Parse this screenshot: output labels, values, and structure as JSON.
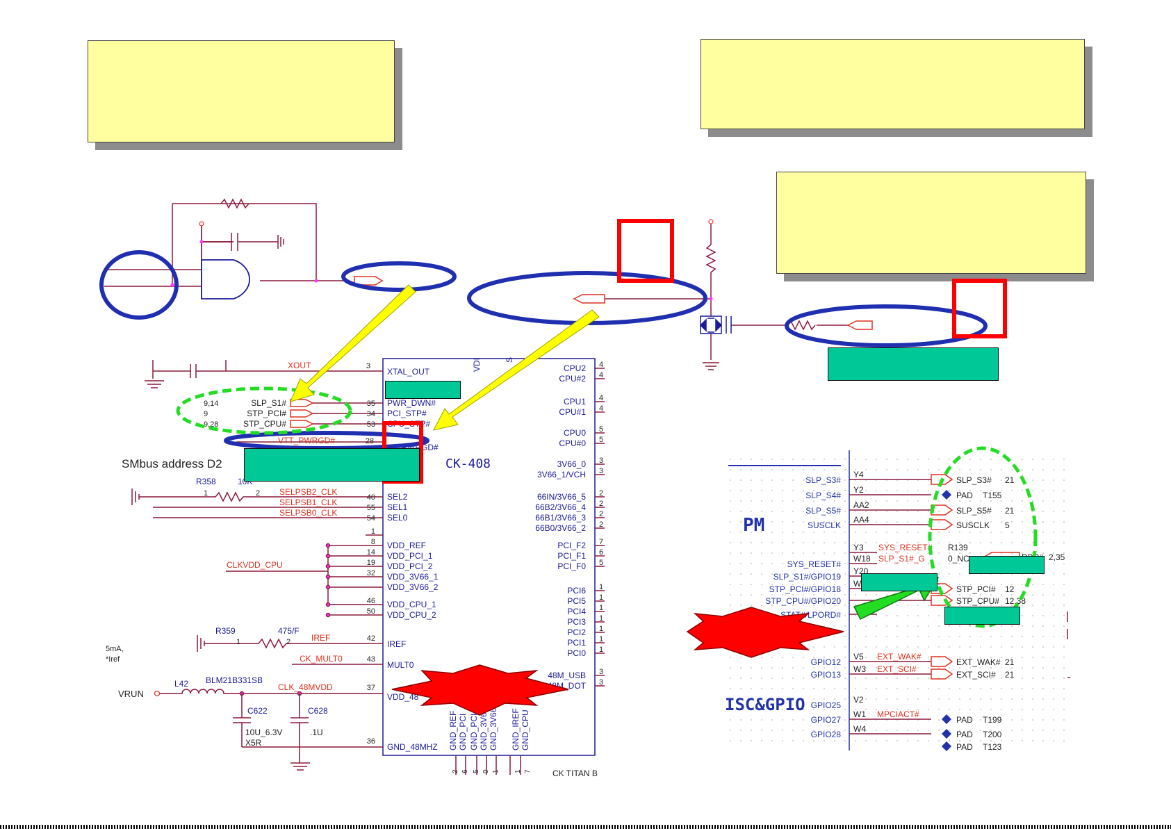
{
  "notes": [
    {
      "id": "note-top-left",
      "text": ""
    },
    {
      "id": "note-top-right",
      "text": ""
    },
    {
      "id": "note-right-middle",
      "text": ""
    }
  ],
  "labels": {
    "top_right_tag": "",
    "xtal_tag": "",
    "vtt_tag": "",
    "pm_tag_1": "",
    "pm_tag_2": "",
    "pm_tag_3": ""
  },
  "ck408": {
    "chip_name": "CK-408",
    "smbus_label": "SMbus address D2",
    "bottom_label": "CK TITAN B",
    "left_signals": [
      {
        "net": "XOUT",
        "pin": "3",
        "name": "XTAL_OUT"
      },
      {
        "net": "",
        "pin": "",
        "name": "PWR_DWN#"
      },
      {
        "net": "",
        "pin": "",
        "name": "PCI_STP#"
      },
      {
        "net": "",
        "pin": "",
        "name": "CPU_STP#"
      },
      {
        "net": "VTT_PWRGD#",
        "pin": "28",
        "name": "PWRGD#"
      }
    ],
    "ctrl_nets": [
      {
        "ref": "9,14",
        "name": "SLP_S1#",
        "pin": "35"
      },
      {
        "ref": "9",
        "name": "STP_PCI#",
        "pin": "34"
      },
      {
        "ref": "9,28",
        "name": "STP_CPU#",
        "pin": "53"
      }
    ],
    "sel_nets": [
      {
        "net": "SELPSB2_CLK",
        "pin": "40",
        "name": "SEL2"
      },
      {
        "net": "SELPSB1_CLK",
        "pin": "55",
        "name": "SEL1"
      },
      {
        "net": "SELPSB0_CLK",
        "pin": "54",
        "name": "SEL0"
      }
    ],
    "r358": {
      "ref": "R358",
      "value": "10K",
      "pin1": "1",
      "pin2": "2"
    },
    "vdd_pins": [
      {
        "pin": "1",
        "name": ""
      },
      {
        "pin": "8",
        "name": "VDD_REF"
      },
      {
        "pin": "14",
        "name": "VDD_PCI_1"
      },
      {
        "pin": "19",
        "name": "VDD_PCI_2"
      },
      {
        "pin": "32",
        "name": "VDD_3V66_1"
      },
      {
        "pin": "",
        "name": "VDD_3V66_2"
      },
      {
        "pin": "46",
        "name": "VDD_CPU_1"
      },
      {
        "pin": "50",
        "name": "VDD_CPU_2"
      }
    ],
    "clkvdd": "CLKVDD_CPU",
    "r359": {
      "ref": "R359",
      "value": "475/F",
      "pin1": "1",
      "pin2": "2"
    },
    "iref": {
      "net": "IREF",
      "pin": "42",
      "name": "IREF"
    },
    "iref_note": [
      "5mA,",
      "*Iref"
    ],
    "mult0": {
      "net": "CK_MULT0",
      "pin": "43",
      "name": "MULT0"
    },
    "l42": {
      "ref": "L42",
      "value": "BLM21B331SB"
    },
    "vrun": "VRUN",
    "clk48": {
      "net": "CLK_48MVDD",
      "pin": "37",
      "name": "VDD_48"
    },
    "c622": {
      "ref": "C622",
      "value": "10U_6.3V",
      "extra": "X5R"
    },
    "c628": {
      "ref": "C628",
      "value": ".1U"
    },
    "gnd48": {
      "pin": "36",
      "name": "GND_48MHZ"
    },
    "top_vertical": [
      "VDI",
      "S"
    ],
    "gnd_pins": [
      "GND_REF",
      "GND_PCI",
      "GND_PCI",
      "GND_3V66",
      "GND_3V66",
      "GND_IREF",
      "GND_CPU"
    ],
    "gnd_pin_numbers": [
      "2",
      "6",
      "5",
      "0",
      "1",
      "1",
      "7"
    ],
    "right_pins": [
      {
        "name": "CPU2",
        "pin": "4"
      },
      {
        "name": "CPU#2",
        "pin": "4"
      },
      {
        "name": "CPU1",
        "pin": "4"
      },
      {
        "name": "CPU#1",
        "pin": "4"
      },
      {
        "name": "CPU0",
        "pin": "5"
      },
      {
        "name": "CPU#0",
        "pin": "5"
      },
      {
        "name": "3V66_0",
        "pin": "3"
      },
      {
        "name": "3V66_1/VCH",
        "pin": "3"
      },
      {
        "name": "66IN/3V66_5",
        "pin": "2"
      },
      {
        "name": "66B2/3V66_4",
        "pin": "2"
      },
      {
        "name": "66B1/3V66_3",
        "pin": "2"
      },
      {
        "name": "66B0/3V66_2",
        "pin": "2"
      },
      {
        "name": "PCI_F2",
        "pin": "7"
      },
      {
        "name": "PCI_F1",
        "pin": "6"
      },
      {
        "name": "PCI_F0",
        "pin": "5"
      },
      {
        "name": "PCI6",
        "pin": "1"
      },
      {
        "name": "PCI5",
        "pin": "1"
      },
      {
        "name": "PCI4",
        "pin": "1"
      },
      {
        "name": "PCI3",
        "pin": "1"
      },
      {
        "name": "PCI2",
        "pin": "1"
      },
      {
        "name": "PCI1",
        "pin": "1"
      },
      {
        "name": "PCI0",
        "pin": "1"
      },
      {
        "name": "48M_USB",
        "pin": "3"
      },
      {
        "name": "48M_DOT",
        "pin": "3"
      }
    ]
  },
  "pm": {
    "title": "PM",
    "title2": "ISC&GPIO",
    "rows": [
      {
        "pin_name": "SLP_S3#",
        "ball": "Y4",
        "net": "",
        "off": "SLP_S3#",
        "ref": "21",
        "kind": "out"
      },
      {
        "pin_name": "SLP_S4#",
        "ball": "Y2",
        "net": "",
        "off": "PAD",
        "ref": "T155",
        "kind": "pad"
      },
      {
        "pin_name": "SLP_S5#",
        "ball": "AA2",
        "net": "",
        "off": "SLP_S5#",
        "ref": "21",
        "kind": "out"
      },
      {
        "pin_name": "SUSCLK",
        "ball": "AA4",
        "net": "",
        "off": "SUSCLK",
        "ref": "5",
        "kind": "out"
      },
      {
        "pin_name": "",
        "ball": "Y3",
        "net": "SYS_RESET#",
        "off": "R139",
        "ref": "",
        "kind": "none"
      },
      {
        "pin_name": "SYS_RESET#",
        "ball": "W18",
        "net": "SLP_S1#_G",
        "off": "0_NC",
        "ref": "",
        "kind": "none"
      },
      {
        "pin_name": "SLP_S1#/GPIO19",
        "ball": "Y20",
        "net": "",
        "off": "",
        "ref": "",
        "kind": "none"
      },
      {
        "pin_name": "STP_PCI#/GPIO18",
        "ball": "W19",
        "net": "",
        "off": "STP_PCI#",
        "ref": "12",
        "kind": "out"
      },
      {
        "pin_name": "STP_CPU#/GPIO20",
        "ball": "",
        "net": "",
        "off": "STP_CPU#",
        "ref": "12,38",
        "kind": "out"
      },
      {
        "pin_name": "STAT#/LPORD#",
        "ball": "",
        "net": "",
        "off": "",
        "ref": "",
        "kind": "none"
      }
    ],
    "dbr": {
      "name": "DBR#",
      "ref": "2,35"
    },
    "gpio_rows": [
      {
        "pin_name": "GPIO12",
        "ball": "V5",
        "net": "EXT_WAK#",
        "off": "EXT_WAK#",
        "ref": "21",
        "kind": "out"
      },
      {
        "pin_name": "GPIO13",
        "ball": "W3",
        "net": "EXT_SCI#",
        "off": "EXT_SCI#",
        "ref": "21",
        "kind": "out"
      },
      {
        "pin_name": "GPIO25",
        "ball": "V2",
        "net": "",
        "off": "",
        "ref": "",
        "kind": "none"
      },
      {
        "pin_name": "GPIO27",
        "ball": "W1",
        "net": "MPCIACT#",
        "off": "PAD",
        "ref": "T199",
        "kind": "pad"
      },
      {
        "pin_name": "GPIO28",
        "ball": "W4",
        "net": "",
        "off": "PAD",
        "ref": "T200",
        "kind": "pad"
      },
      {
        "pin_name": "",
        "ball": "",
        "net": "",
        "off": "PAD",
        "ref": "T123",
        "kind": "pad"
      }
    ]
  },
  "colors": {
    "note_fill": "#ffffa0",
    "note_shadow": "#8c8c8c",
    "tag_fill": "#00c896",
    "ellipse_blue": "#1f2fb0",
    "box_red": "#ff0000",
    "arrow_yellow": "#ffff00",
    "arrow_green": "#22dd22",
    "ellipse_green": "#22dd22",
    "wire": "#8b1a3a",
    "net_red": "#e0301e",
    "pin_blue": "#2233aa"
  }
}
